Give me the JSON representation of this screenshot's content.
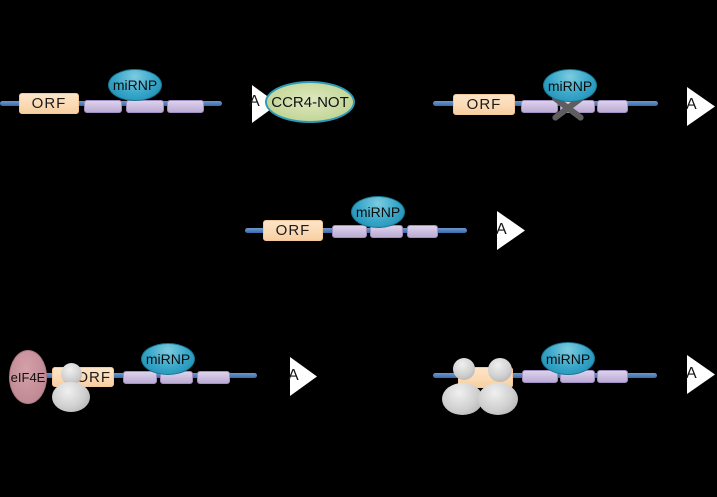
{
  "figure": {
    "background_color": "#000000",
    "description_visible_elements": "five mRNA schematics with ORF boxes, 3'UTR miRNA-binding sites, miRNP complexes, poly(A) arrowheads, CCR4-NOT complex, cleavage X, eIF4E and ribosomes"
  },
  "labels": {
    "orf": "ORF",
    "mirnp": "miRNP",
    "ccr4_not": "CCR4-NOT",
    "eif4e": "eIF4E",
    "poly_a": "A"
  },
  "colors": {
    "mrna_line": "#4f81bd",
    "orf_fill": "#fbd9b2",
    "site_fill": "#cabcdf",
    "site_border": "#a18fc2",
    "mirnp_fill": "#35a5c8",
    "mirnp_border": "#177892",
    "ccr4_fill": "#c8d99e",
    "ccr4_border": "#2e9aba",
    "eif4e_fill": "#c48e99",
    "ribosome_fill": "#cfcfcf",
    "cleavage_x": "#5e5e5e",
    "poly_a_arrow": "#ffffff",
    "label_text": "#141414"
  }
}
